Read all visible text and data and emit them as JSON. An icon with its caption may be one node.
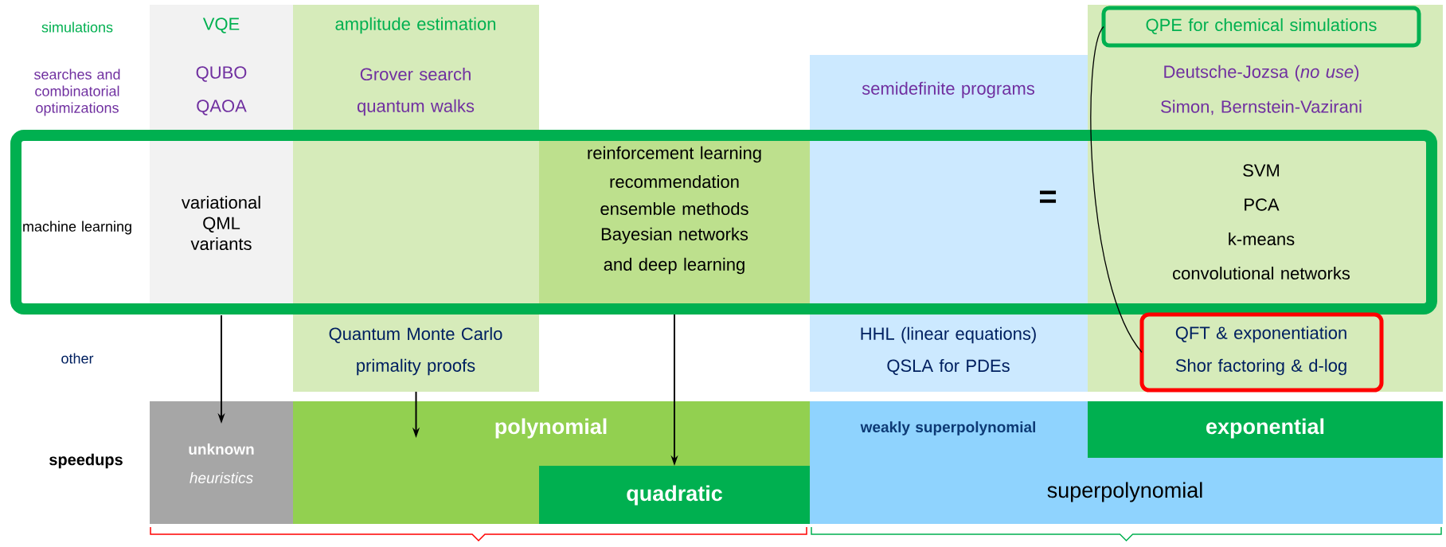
{
  "diagram": {
    "nodes": [
      {
        "text": [
          "machine learning"
        ]
      },
      {
        "text": [
          "VQE",
          "QUBO",
          "QAOA",
          "variational QML variants"
        ]
      },
      {
        "text": [
          "amplitude estimation",
          "Grover search",
          "quantum walks",
          "Quantum Monte Carlo",
          "primality proofs"
        ]
      },
      {
        "text": [
          "reinforcement learning",
          "recommendation",
          "ensemble methods",
          "Bayesian networks",
          "and deep learning"
        ],
        "in": 0
      },
      {
        "text": [
          "semidefinite programs",
          "HHL (linear equations)",
          "QSLA for PDEs"
        ]
      },
      {
        "text": [
          "Deutsche-Jozsa (*no use*)",
          "Simon, Bernstein-Vazirani",
          "SVM",
          "PCA",
          "k-means",
          "convolutional networks"
        ]
      },
      {
        "text": [
          "QPE for chemical simulations"
        ],
        "in": 5
      },
      {
        "text": [
          "QFT & exponentiation",
          "Shor factoring & d-log"
        ],
        "in": 5
      },
      {
        "text": [
          "unknown",
          "heuristics"
        ]
      },
      {
        "text": [
          "polynomial"
        ]
      },
      {
        "text": [
          "quadratic"
        ],
        "in": 9
      },
      {
        "text": [
          "weakly superpolynomial",
          "superpolynomial"
        ]
      },
      {
        "text": [
          "exponential"
        ],
        "in": 11
      }
    ],
    "edges": [
      {
        "from": 1,
        "to": 8,
        "arrow": "to"
      },
      {
        "from": 2,
        "to": 9,
        "arrow": "to"
      },
      {
        "from": 3,
        "to": 10,
        "arrow": "to"
      },
      {
        "from": 6,
        "to": 7,
        "arrow": "none"
      }
    ],
    "labels": [
      "simulations",
      "searches and combinatorial optimizations",
      "other",
      "speedups",
      "="
    ]
  }
}
